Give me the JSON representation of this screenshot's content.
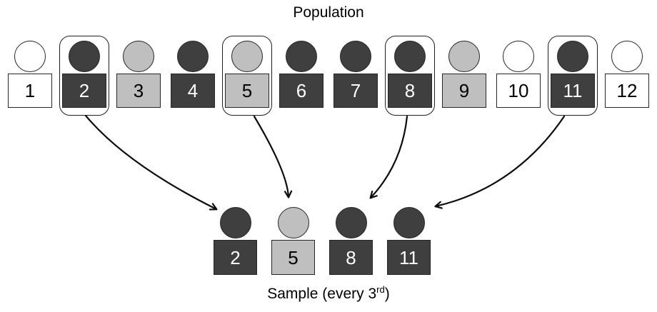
{
  "title": "Population",
  "caption": {
    "prefix": "Sample (every 3",
    "superscript": "rd",
    "suffix": ")"
  },
  "colors": {
    "dark": "#3f3f3f",
    "light": "#bfbfbf",
    "white": "#ffffff",
    "text_on_dark": "#ffffff",
    "text_on_light": "#000000",
    "outline": "#1f1f1f",
    "arrow": "#0d0d0d"
  },
  "population": {
    "members": [
      {
        "label": "1",
        "shade": "white",
        "selected": false
      },
      {
        "label": "2",
        "shade": "dark",
        "selected": true
      },
      {
        "label": "3",
        "shade": "light",
        "selected": false
      },
      {
        "label": "4",
        "shade": "dark",
        "selected": false
      },
      {
        "label": "5",
        "shade": "light",
        "selected": true
      },
      {
        "label": "6",
        "shade": "dark",
        "selected": false
      },
      {
        "label": "7",
        "shade": "dark",
        "selected": false
      },
      {
        "label": "8",
        "shade": "dark",
        "selected": true
      },
      {
        "label": "9",
        "shade": "light",
        "selected": false
      },
      {
        "label": "10",
        "shade": "white",
        "selected": false
      },
      {
        "label": "11",
        "shade": "dark",
        "selected": true
      },
      {
        "label": "12",
        "shade": "white",
        "selected": false
      }
    ]
  },
  "sample": {
    "members": [
      {
        "label": "2",
        "shade": "dark"
      },
      {
        "label": "5",
        "shade": "light"
      },
      {
        "label": "8",
        "shade": "dark"
      },
      {
        "label": "11",
        "shade": "dark"
      }
    ]
  },
  "arrows": [
    {
      "from": "2",
      "to": "2"
    },
    {
      "from": "5",
      "to": "5"
    },
    {
      "from": "8",
      "to": "8"
    },
    {
      "from": "11",
      "to": "11"
    }
  ]
}
